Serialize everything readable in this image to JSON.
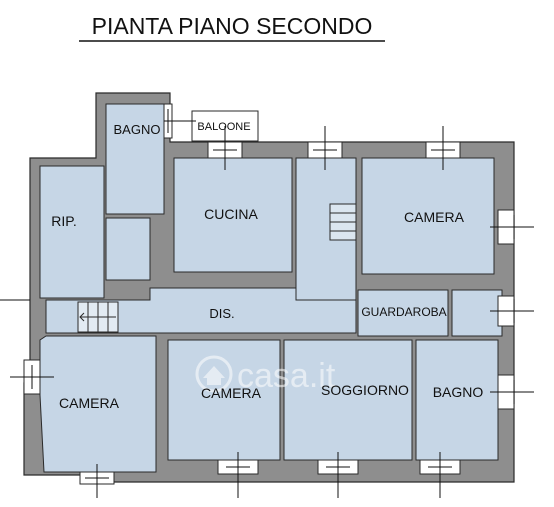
{
  "title": "PIANTA PIANO SECONDO",
  "watermark": "casa.it",
  "colors": {
    "wall": "#8e8e8e",
    "room": "#c6d6e6",
    "outline": "#2a2a2a",
    "text": "#111111"
  },
  "rooms": {
    "bagno_top": "BAGNO",
    "baloone": "BALOONE",
    "rip": "RIP.",
    "cucina": "CUCINA",
    "camera_ne": "CAMERA",
    "guardaroba": "GUARDAROBA",
    "dis": "DIS.",
    "camera_sw": "CAMERA",
    "camera_s": "CAMERA",
    "soggiorno": "SOGGIORNO",
    "bagno_se": "BAGNO"
  }
}
